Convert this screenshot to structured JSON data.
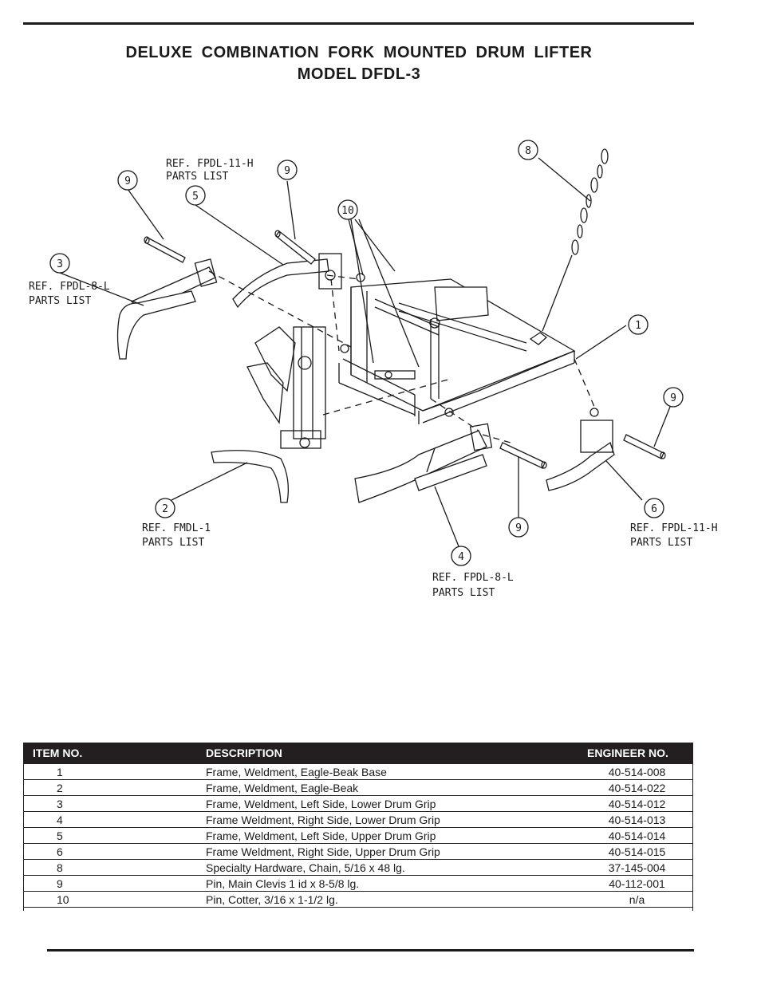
{
  "title": {
    "line1": "DELUXE  COMBINATION  FORK  MOUNTED  DRUM  LIFTER",
    "line2": "MODEL  DFDL-3"
  },
  "diagram": {
    "callouts": {
      "c1": "1",
      "c2": "2",
      "c3": "3",
      "c4": "4",
      "c5": "5",
      "c6": "6",
      "c8": "8",
      "c9a": "9",
      "c9b": "9",
      "c9c": "9",
      "c9d": "9",
      "c10": "10"
    },
    "refs": {
      "ref5_line1": "REF. FPDL-11-H",
      "ref5_line2": "PARTS LIST",
      "ref3_line1": "REF. FPDL-8-L",
      "ref3_line2": "PARTS LIST",
      "ref2_line1": "REF. FMDL-1",
      "ref2_line2": "PARTS LIST",
      "ref4_line1": "REF. FPDL-8-L",
      "ref4_line2": "PARTS LIST",
      "ref6_line1": "REF. FPDL-11-H",
      "ref6_line2": "PARTS LIST"
    }
  },
  "parts_table": {
    "headers": {
      "item": "ITEM NO.",
      "description": "DESCRIPTION",
      "engineer": "ENGINEER NO."
    },
    "rows": [
      {
        "item": "1",
        "description": "Frame, Weldment, Eagle-Beak Base",
        "engineer": "40-514-008"
      },
      {
        "item": "2",
        "description": "Frame, Weldment, Eagle-Beak",
        "engineer": "40-514-022"
      },
      {
        "item": "3",
        "description": "Frame, Weldment, Left Side, Lower Drum Grip",
        "engineer": "40-514-012"
      },
      {
        "item": "4",
        "description": "Frame Weldment, Right Side, Lower Drum Grip",
        "engineer": "40-514-013"
      },
      {
        "item": "5",
        "description": "Frame, Weldment, Left Side, Upper Drum Grip",
        "engineer": "40-514-014"
      },
      {
        "item": "6",
        "description": "Frame Weldment, Right Side, Upper Drum Grip",
        "engineer": "40-514-015"
      },
      {
        "item": "8",
        "description": "Specialty Hardware, Chain, 5/16 x 48 lg.",
        "engineer": "37-145-004"
      },
      {
        "item": "9",
        "description": "Pin, Main Clevis 1 id x 8-5/8 lg.",
        "engineer": "40-112-001"
      },
      {
        "item": "10",
        "description": "Pin, Cotter, 3/16 x 1-1/2 lg.",
        "engineer": "n/a"
      }
    ]
  }
}
